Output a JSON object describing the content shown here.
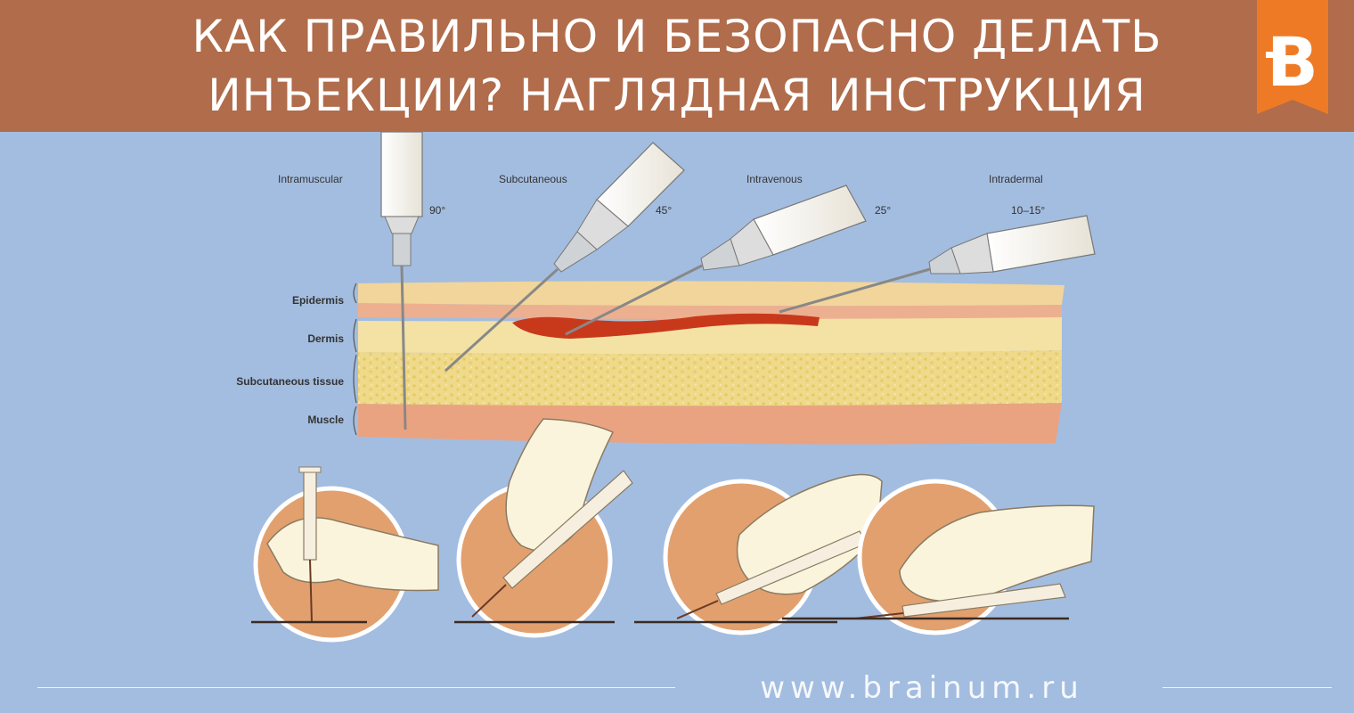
{
  "header": {
    "title_line1": "КАК ПРАВИЛЬНО И БЕЗОПАСНО ДЕЛАТЬ",
    "title_line2": "ИНЪЕКЦИИ? НАГЛЯДНАЯ ИНСТРУКЦИЯ",
    "logo_letter": "В",
    "colors": {
      "banner": "#b06c4b",
      "logo": "#ef7a25",
      "background": "#a3bde0"
    }
  },
  "injection_types": [
    {
      "name": "Intramuscular",
      "angle": "90°"
    },
    {
      "name": "Subcutaneous",
      "angle": "45°"
    },
    {
      "name": "Intravenous",
      "angle": "25°"
    },
    {
      "name": "Intradermal",
      "angle": "10–15°"
    }
  ],
  "skin_layers": [
    "Epidermis",
    "Dermis",
    "Subcutaneous tissue",
    "Muscle"
  ],
  "hand_panels": [
    "intramuscular",
    "subcutaneous",
    "intravenous",
    "intradermal"
  ],
  "footer": {
    "website": "www.brainum.ru"
  }
}
